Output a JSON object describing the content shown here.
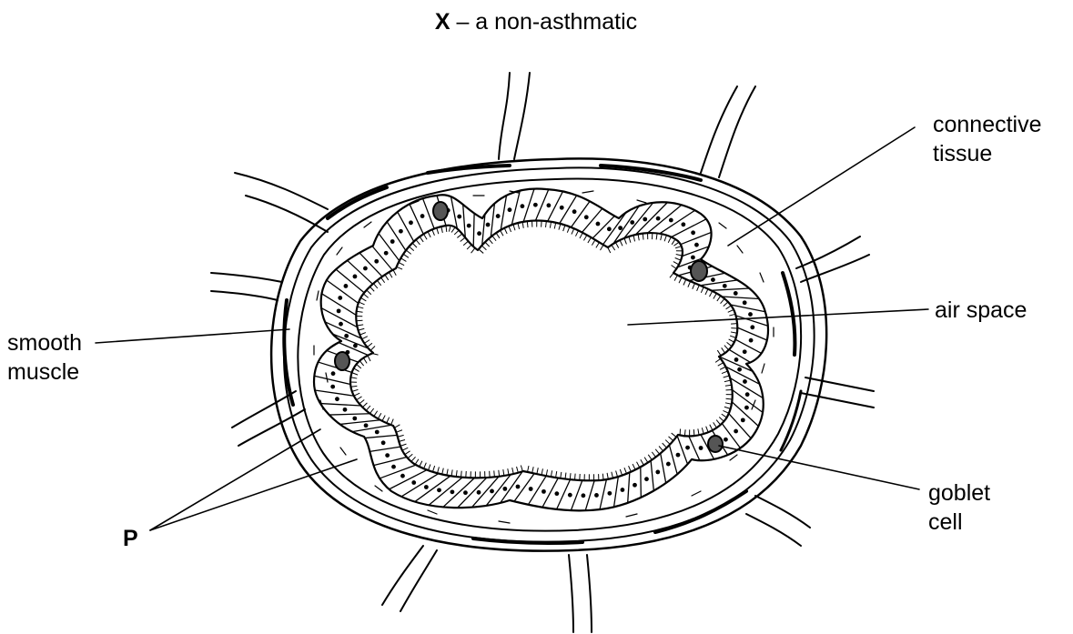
{
  "title": {
    "letter": "X",
    "rest": " – a non-asthmatic"
  },
  "labels": {
    "connective_tissue": [
      "connective",
      "tissue"
    ],
    "air_space": "air space",
    "smooth_muscle": [
      "smooth",
      "muscle"
    ],
    "goblet_cell": [
      "goblet",
      "cell"
    ],
    "p": "P"
  },
  "colors": {
    "ink": "#000000",
    "background": "#ffffff",
    "goblet_nucleus": "#555555"
  }
}
